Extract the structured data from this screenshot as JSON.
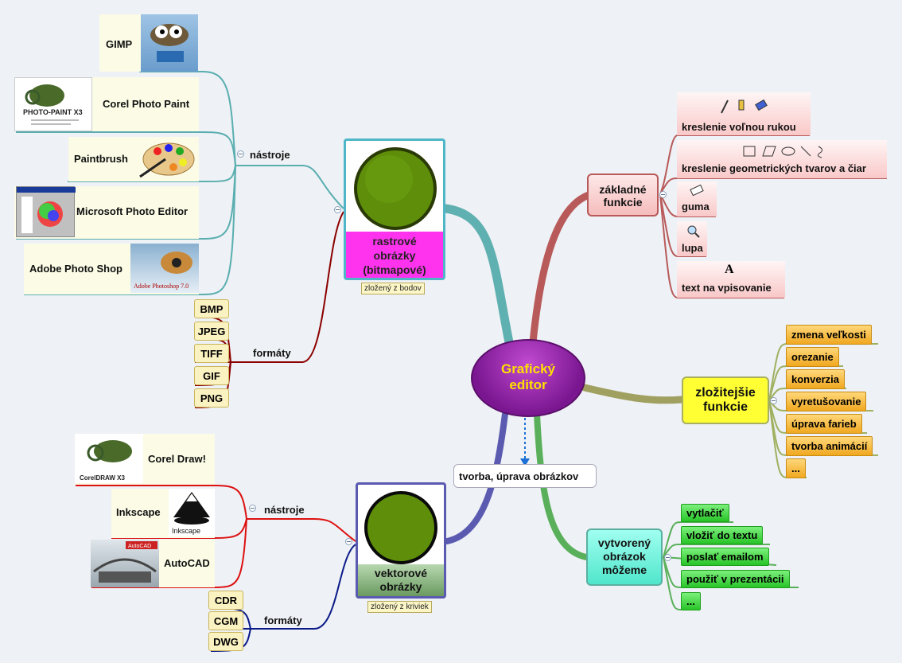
{
  "center": {
    "title_line1": "Grafický",
    "title_line2": "editor"
  },
  "connector_label": "tvorba, úprava obrázkov",
  "raster": {
    "title": "rastrové obrázky (bitmapové)",
    "title_l1": "rastrové",
    "title_l2": "obrázky",
    "title_l3": "(bitmapové)",
    "note": "zložený z bodov",
    "tools_label": "nástroje",
    "tools": [
      "GIMP",
      "Corel Photo Paint",
      "Paintbrush",
      "Microsoft Photo Editor",
      "Adobe Photo Shop"
    ],
    "formats_label": "formáty",
    "formats": [
      "BMP",
      "JPEG",
      "TIFF",
      "GIF",
      "PNG"
    ]
  },
  "vector": {
    "title_l1": "vektorové",
    "title_l2": "obrázky",
    "note": "zložený z kriviek",
    "tools_label": "nástroje",
    "tools": [
      "Corel Draw!",
      "Inkscape",
      "AutoCAD"
    ],
    "formats_label": "formáty",
    "formats": [
      "CDR",
      "CGM",
      "DWG"
    ]
  },
  "basic": {
    "title_l1": "základné",
    "title_l2": "funkcie",
    "items": [
      "kreslenie voľnou rukou",
      "kreslenie geometrických tvarov a čiar",
      "guma",
      "lupa",
      "text na vpisovanie"
    ]
  },
  "complex": {
    "title_l1": "zložitejšie",
    "title_l2": "funkcie",
    "items": [
      "zmena veľkosti",
      "orezanie",
      "konverzia",
      "vyretušovanie",
      "úprava farieb",
      "tvorba animácií",
      "..."
    ]
  },
  "output": {
    "title_l1": "vytvorený",
    "title_l2": "obrázok",
    "title_l3": "môžeme",
    "items": [
      "vytlačiť",
      "vložiť do textu",
      "poslať emailom",
      "použiť v prezentácii",
      "..."
    ]
  },
  "logo_text": {
    "photo_paint": "PHOTO-PAINT X3",
    "photoshop": "Adobe Photoshop 7.0",
    "coreldraw": "CorelDRAW X3",
    "inkscape": "Inkscape",
    "autocad": "AutoCAD"
  },
  "colors": {
    "center": "#8a1e9a",
    "raster_title_bg": "#ff33ee",
    "vector_title_bg": "#7aa070",
    "basic_border": "#b85a5a",
    "complex_bg": "#ffff33",
    "output_bg": "#66f0d8",
    "tools_line": "#5aaeb0",
    "raster_formats_line": "#8b0000",
    "vector_tools_line": "#dd1111",
    "vector_formats_line": "#0a1a88"
  }
}
